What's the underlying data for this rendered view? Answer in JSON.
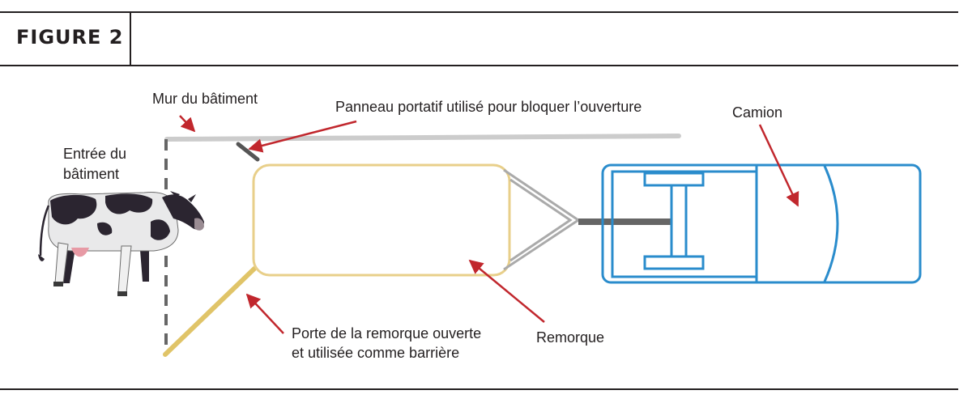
{
  "figure_label": "FIGURE 2",
  "labels": {
    "building_wall": "Mur du bâtiment",
    "portable_panel": "Panneau portatif utilisé pour bloquer l’ouverture",
    "truck": "Camion",
    "building_entrance_line1": "Entrée du",
    "building_entrance_line2": "bâtiment",
    "trailer": "Remorque",
    "trailer_door_line1": "Porte de la remorque ouverte",
    "trailer_door_line2": "et utilisée comme barrière"
  },
  "colors": {
    "arrow": "#c1272d",
    "trailer": "#e8cf8a",
    "trailer_door": "#e0c468",
    "truck": "#2a8ccc",
    "wall": "#cccccc",
    "hitch": "#aaaaaa",
    "drawbar": "#666666",
    "panel": "#555555",
    "entrance_dash": "#666666"
  },
  "icons": [
    "cow-icon"
  ]
}
